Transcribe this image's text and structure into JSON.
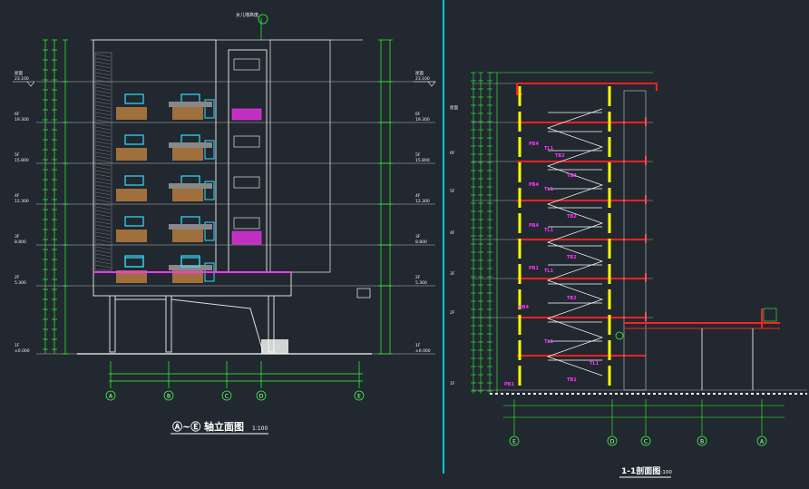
{
  "drawing": {
    "left_title": "Ⓐ~Ⓔ 轴立面图",
    "left_scale": "1:100",
    "right_title": "1-1剖面图",
    "right_scale": "1:100"
  },
  "elevation": {
    "axes": [
      "A",
      "B",
      "C",
      "D",
      "E"
    ],
    "level_labels_left": [
      "屋面",
      "6F",
      "5F",
      "4F",
      "3F",
      "2F",
      "1F"
    ],
    "level_values_left": [
      "23.100",
      "19.300",
      "15.800",
      "12.300",
      "8.800",
      "5.300",
      "±0.000"
    ],
    "level_labels_right": [
      "屋面",
      "6F",
      "5F",
      "4F",
      "3F",
      "2F",
      "1F"
    ],
    "level_values_right": [
      "23.100",
      "19.300",
      "15.800",
      "12.300",
      "8.800",
      "5.300",
      "±0.000"
    ],
    "top_note": "女儿墙高度"
  },
  "section": {
    "axes": [
      "E",
      "D",
      "C",
      "B",
      "A"
    ],
    "stair_labels": [
      "PB1",
      "PB1",
      "PB4",
      "PB4",
      "PB4",
      "PB4"
    ],
    "tb_labels": [
      "TB1",
      "TB2",
      "TB2",
      "TB2",
      "TB2",
      "TB2"
    ],
    "tl_labels": [
      "TL1",
      "TL1",
      "TL1",
      "TL1",
      "TL1",
      "TL1"
    ],
    "level_labels": [
      "屋面",
      "6F",
      "5F",
      "4F",
      "3F",
      "2F",
      "1F"
    ]
  },
  "colors": {
    "background": "#212830",
    "divider": "#00c8d8",
    "dim": "#33ff33",
    "red": "#ff2020",
    "yellow": "#ffff00",
    "magenta": "#ff33ff",
    "cyan": "#33e0ff",
    "brown": "#a0703c",
    "white": "#f2f2f2"
  }
}
